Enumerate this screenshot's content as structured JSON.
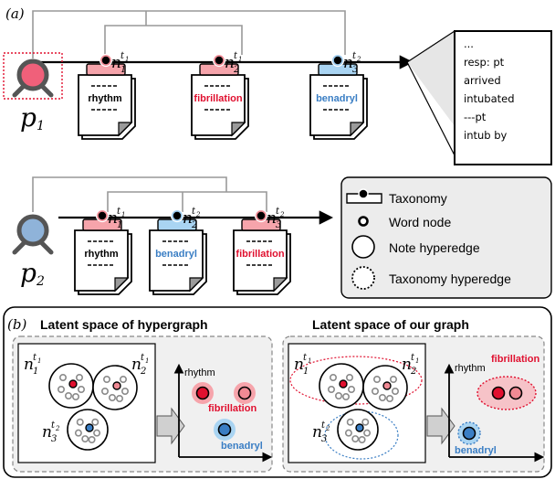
{
  "panel_a_label": "(a)",
  "panel_b_label": "(b)",
  "patient1": {
    "symbol": "p",
    "subscript": "1",
    "notes": [
      {
        "n": "n",
        "sub": "1",
        "sup": "t",
        "supsub": "1",
        "text": "rhythm",
        "color": "#000000"
      },
      {
        "n": "n",
        "sub": "2",
        "sup": "t",
        "supsub": "1",
        "text": "fibrillation",
        "color": "#e0102f"
      },
      {
        "n": "n",
        "sub": "3",
        "sup": "t",
        "supsub": "2",
        "text": "benadryl",
        "color": "#3a7ec4"
      }
    ],
    "note_popup": [
      "...",
      "resp:  pt",
      "arrived",
      "intubated",
      "---pt",
      "intub by"
    ]
  },
  "patient2": {
    "symbol": "p",
    "subscript": "2",
    "notes": [
      {
        "n": "n",
        "sub": "1",
        "sup": "t",
        "supsub": "1",
        "text": "rhythm",
        "color": "#000000"
      },
      {
        "n": "n",
        "sub": "2",
        "sup": "t",
        "supsub": "2",
        "text": "benadryl",
        "color": "#3a7ec4"
      },
      {
        "n": "n",
        "sub": "3",
        "sup": "t",
        "supsub": "2",
        "text": "fibrillation",
        "color": "#e0102f"
      }
    ]
  },
  "legend": {
    "items": [
      "Taxonomy",
      "Word node",
      "Note hyperedge",
      "Taxonomy hyperedge"
    ]
  },
  "panel_b": {
    "left_title": "Latent space of hypergraph",
    "right_title": "Latent space of our graph",
    "axis_label": "rhythm",
    "fibrillation_label": "fibrillation",
    "benadryl_label": "benadryl"
  },
  "colors": {
    "red": "#e0102f",
    "pink": "#f08a94",
    "blue": "#3a7ec4",
    "lightblue": "#9ccbee",
    "patient1": "#f0607a",
    "patient2": "#8fb3d9"
  }
}
